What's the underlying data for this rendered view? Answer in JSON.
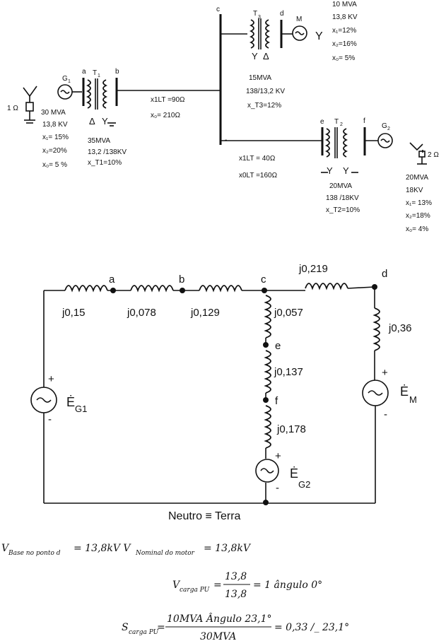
{
  "top": {
    "bus_c": "c",
    "bus_d": "d",
    "bus_a": "a",
    "bus_b": "b",
    "bus_e": "e",
    "bus_f": "f",
    "t3_label": "T",
    "t3_sub": "3",
    "t1_label": "T",
    "t1_sub": "1",
    "t2_label": "T",
    "t2_sub": "2",
    "motor_label": "M",
    "g1_label": "G",
    "g1_sub": "1",
    "g2_label": "G",
    "g2_sub": "2",
    "ground1": "1 Ω",
    "ground2": "2 Ω",
    "motor_specs": [
      "10 MVA",
      "13,8 KV",
      "x₁=12%",
      "x₂=16%",
      "x₀= 5%"
    ],
    "t3_specs": [
      "15MVA",
      "138/13,2 KV",
      "x_T3=12%"
    ],
    "g1_specs": [
      "30 MVA",
      "13,8 KV",
      "x₁= 15%",
      "x₂=20%",
      "x₀= 5 %"
    ],
    "t1_specs": [
      "35MVA",
      "13,2 /138KV",
      "x_T1=10%"
    ],
    "line1": [
      "x1LT =90Ω",
      "x₀= 210Ω"
    ],
    "line2": [
      "x1LT = 40Ω",
      "x0LT =160Ω"
    ],
    "t2_specs": [
      "20MVA",
      "138 /18KV",
      "x_T2=10%"
    ],
    "g2_specs": [
      "20MVA",
      "18KV",
      "x₁= 13%",
      "x₂=18%",
      "x₀= 4%"
    ]
  },
  "circuit": {
    "node_a": "a",
    "node_b": "b",
    "node_c": "c",
    "node_d": "d",
    "node_e": "e",
    "node_f": "f",
    "x_g1": "j0,15",
    "x_ab": "j0,078",
    "x_bc": "j0,129",
    "x_cd": "j0,219",
    "x_ce": "j0,057",
    "x_ef": "j0,137",
    "x_fg2": "j0,178",
    "x_m": "j0,36",
    "src_g1": "Ė",
    "src_g1_sub": "G1",
    "src_g2": "Ė",
    "src_g2_sub": "G2",
    "src_m": "Ė",
    "src_m_sub": "M",
    "plus": "+",
    "minus": "-",
    "ground_label": "Neutro ≡ Terra"
  },
  "equations": {
    "eq1_a": "V",
    "eq1_a_sub": "Base no ponto d",
    "eq1_b": "= 13,8kV V",
    "eq1_b_sub": "Nominal do motor",
    "eq1_c": "= 13,8kV",
    "eq2_lhs": "V",
    "eq2_lhs_sub": "carga PU",
    "eq2_num": "13,8",
    "eq2_den": "13,8",
    "eq2_rhs": "= 1 ângulo 0°",
    "eq3_lhs": "S",
    "eq3_lhs_sub": "carga PU",
    "eq3_num": "10MVA Ângulo 23,1°",
    "eq3_den": "30MVA",
    "eq3_rhs": "= 0,33 /_ 23,1°"
  }
}
